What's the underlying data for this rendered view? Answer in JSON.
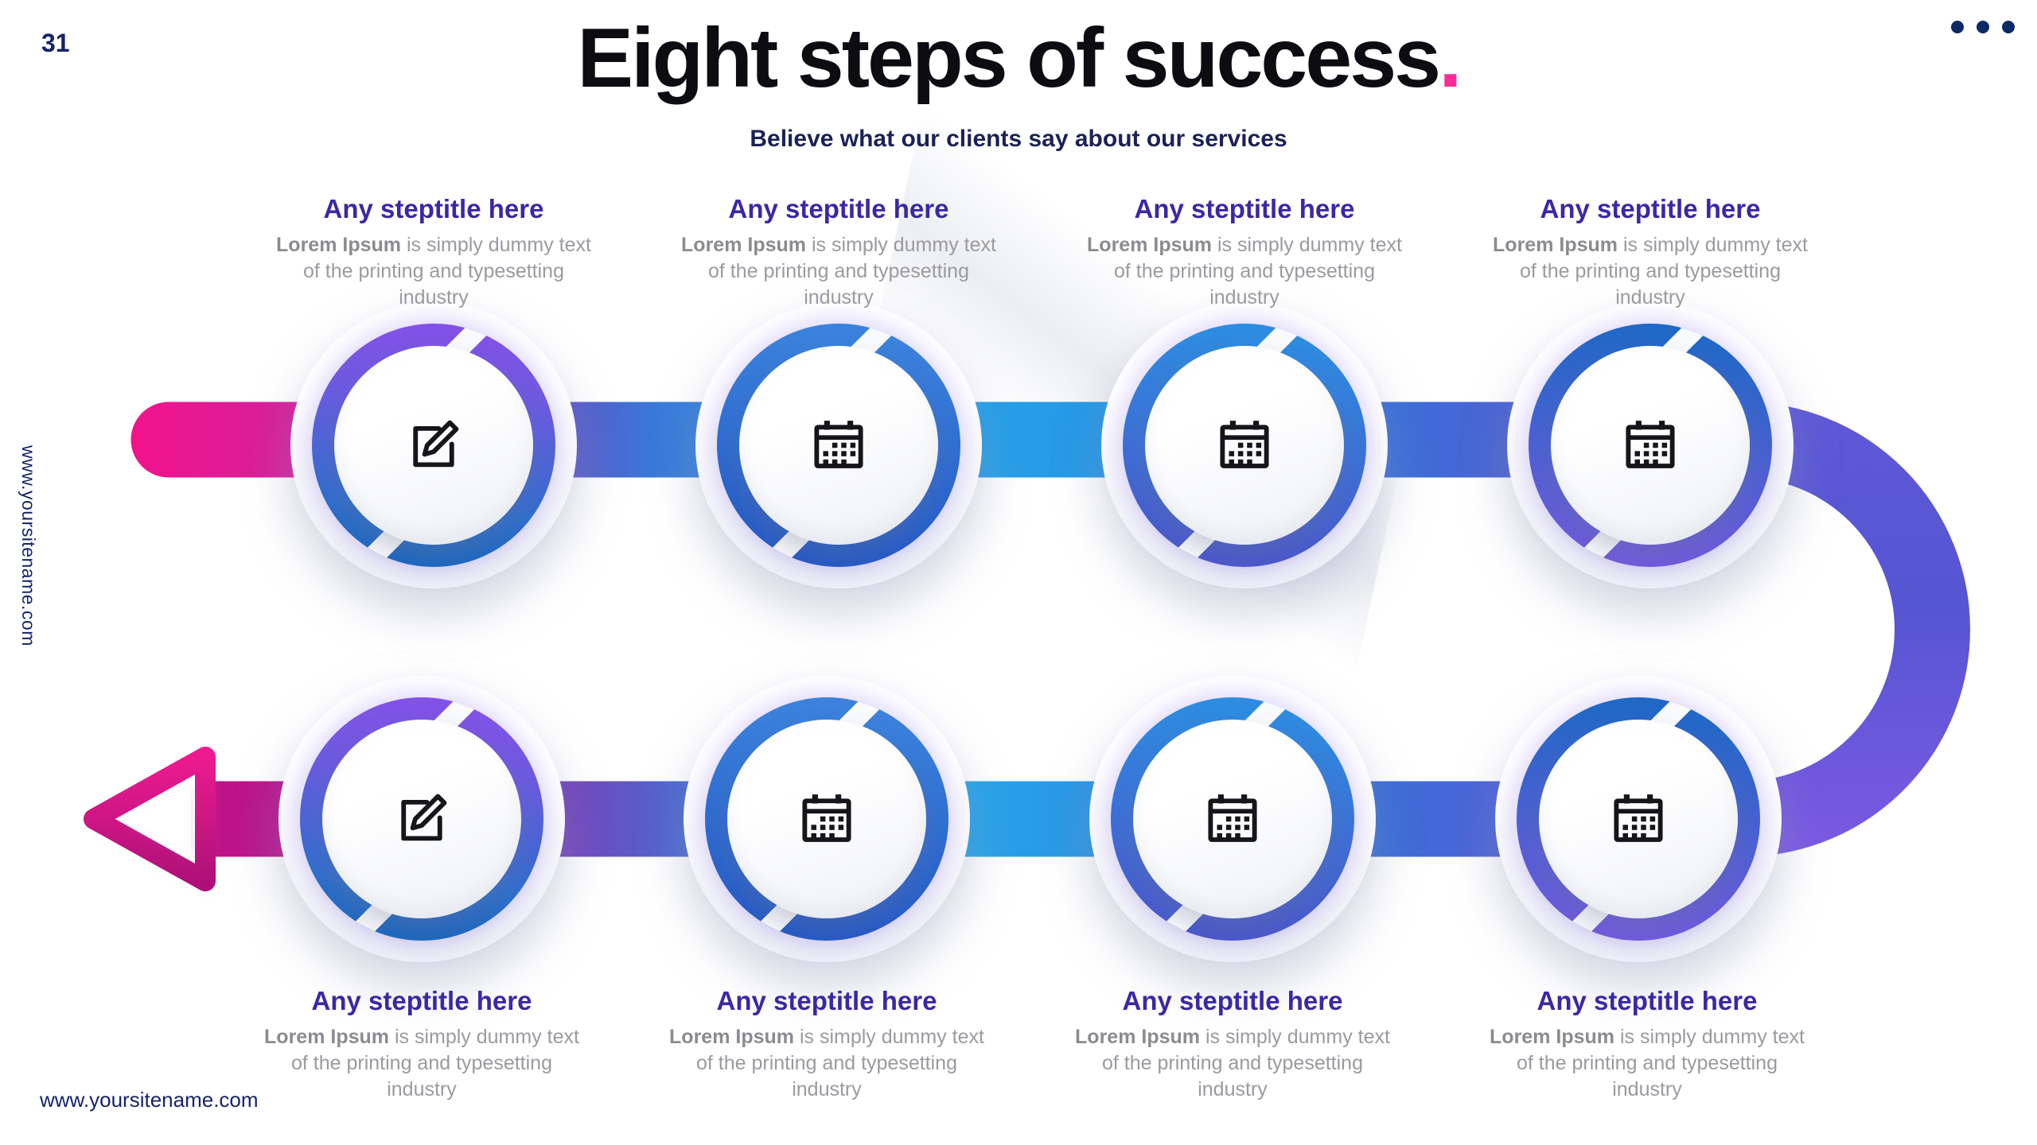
{
  "page": {
    "number": "31",
    "title": "Eight steps of success",
    "title_period": ".",
    "subtitle": "Believe what our clients say about our services",
    "site_vertical": "www.yoursitename.com",
    "site_footer": "www.yoursitename.com"
  },
  "icons": {
    "menu": "ellipsis-menu-icon",
    "back_arrow": "back-arrow-icon",
    "step_first": "edit-icon",
    "step_other": "calendar-icon"
  },
  "colors": {
    "title_text": "#0c0c12",
    "accent_pink": "#fb2b98",
    "navy": "#15246b",
    "step_title_indigo": "#3a28a5",
    "body_gray": "#9a9aa0",
    "ribbon_pink": "#f2128c",
    "ribbon_magenta": "#c11187",
    "ribbon_purple": "#8c2fb5",
    "ribbon_cyan": "#27a7ea",
    "ribbon_blue": "#2e7add",
    "ribbon_indigo": "#7e59e3",
    "arrow_outline": "#d6177f"
  },
  "steps": [
    {
      "title": "Any steptitle here",
      "desc_bold": "Lorem Ipsum",
      "desc_rest": " is simply dummy text of the printing and typesetting industry",
      "icon": "edit-icon"
    },
    {
      "title": "Any steptitle here",
      "desc_bold": "Lorem Ipsum",
      "desc_rest": " is simply dummy text of the printing and typesetting industry",
      "icon": "calendar-icon"
    },
    {
      "title": "Any steptitle here",
      "desc_bold": "Lorem Ipsum",
      "desc_rest": " is simply dummy text of the printing and typesetting industry",
      "icon": "calendar-icon"
    },
    {
      "title": "Any steptitle here",
      "desc_bold": "Lorem Ipsum",
      "desc_rest": " is simply dummy text of the printing and typesetting industry",
      "icon": "calendar-icon"
    },
    {
      "title": "Any steptitle here",
      "desc_bold": "Lorem Ipsum",
      "desc_rest": " is simply dummy text of the printing and typesetting industry",
      "icon": "edit-icon"
    },
    {
      "title": "Any steptitle here",
      "desc_bold": "Lorem Ipsum",
      "desc_rest": " is simply dummy text of the printing and typesetting industry",
      "icon": "calendar-icon"
    },
    {
      "title": "Any steptitle here",
      "desc_bold": "Lorem Ipsum",
      "desc_rest": " is simply dummy text of the printing and typesetting industry",
      "icon": "calendar-icon"
    },
    {
      "title": "Any steptitle here",
      "desc_bold": "Lorem Ipsum",
      "desc_rest": " is simply dummy text of the printing and typesetting industry",
      "icon": "calendar-icon"
    }
  ]
}
